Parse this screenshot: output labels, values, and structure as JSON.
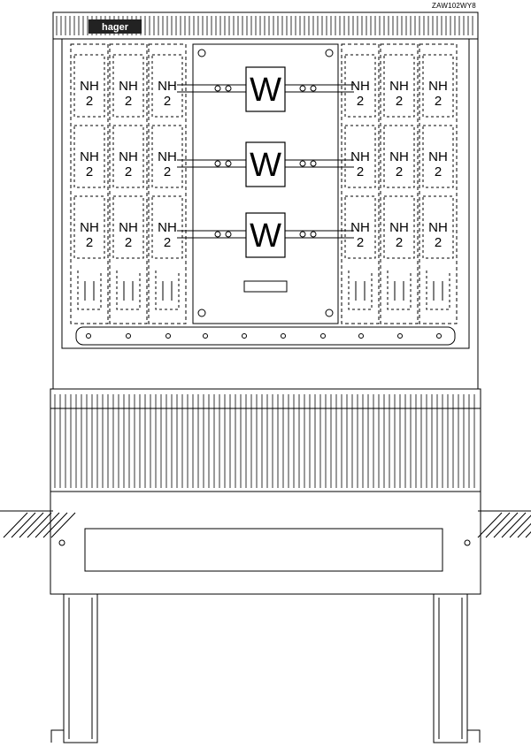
{
  "drawing_code": "ZAW102WY8",
  "brand": "hager",
  "fuse_label_line1": "NH",
  "fuse_label_line2": "2",
  "meter_label": "W",
  "colors": {
    "line": "#000000",
    "brand_bg": "#222222",
    "brand_text": "#ffffff",
    "background": "#ffffff"
  }
}
